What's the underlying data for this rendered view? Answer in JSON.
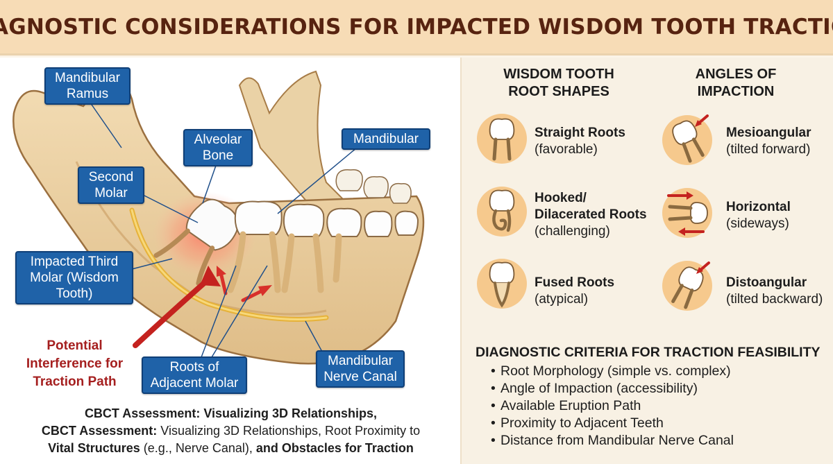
{
  "header": {
    "title": "DIAGNOSTIC CONSIDERATIONS FOR IMPACTED WISDOM TOOTH TRACTION"
  },
  "anatomy": {
    "labels": {
      "ramus": "Mandibular Ramus",
      "alveolar": "Alveolar Bone",
      "mandibular": "Mandibular",
      "second_molar": "Second Molar",
      "impacted": "Impacted Third Molar (Wisdom Tooth)",
      "roots_adjacent": "Roots of Adjacent Molar",
      "nerve_canal": "Mandibular Nerve Canal"
    },
    "interference": "Potential Interference for Traction Path"
  },
  "cbct": {
    "line1_bold": "CBCT Assessment: Visualizing 3D Relationships,",
    "line2_bold": "CBCT Assessment:",
    "line2_rest": " Visualizing 3D Relationships, Root Proximity to",
    "line3_bold_a": "Vital Structures",
    "line3_mid": " (e.g., Nerve Canal), ",
    "line3_bold_b": "and Obstacles for Traction"
  },
  "root_shapes": {
    "heading": "WISDOM TOOTH ROOT SHAPES",
    "items": [
      {
        "title": "Straight Roots",
        "note": "(favorable)",
        "icon": "straight-roots-icon"
      },
      {
        "title": "Hooked/ Dilacerated Roots",
        "note": "(challenging)",
        "icon": "hooked-roots-icon"
      },
      {
        "title": "Fused Roots",
        "note": "(atypical)",
        "icon": "fused-roots-icon"
      }
    ]
  },
  "angles": {
    "heading": "ANGLES OF IMPACTION",
    "items": [
      {
        "title": "Mesioangular",
        "note": "(tilted forward)",
        "icon": "mesioangular-icon"
      },
      {
        "title": "Horizontal",
        "note": "(sideways)",
        "icon": "horizontal-icon"
      },
      {
        "title": "Distoangular",
        "note": "(tilted backward)",
        "icon": "distoangular-icon"
      }
    ]
  },
  "criteria": {
    "title": "DIAGNOSTIC CRITERIA FOR TRACTION FEASIBILITY",
    "items": [
      "Root Morphology (simple vs. complex)",
      "Angle of Impaction (accessibility)",
      "Available Eruption Path",
      "Proximity to Adjacent Teeth",
      "Distance from Mandibular Nerve Canal"
    ]
  },
  "colors": {
    "title": "#572310",
    "header_bg": "#f7dcb6",
    "label_box": "#1f62a8",
    "interference": "#a51f1f",
    "icon_circle": "#f6c98d"
  }
}
